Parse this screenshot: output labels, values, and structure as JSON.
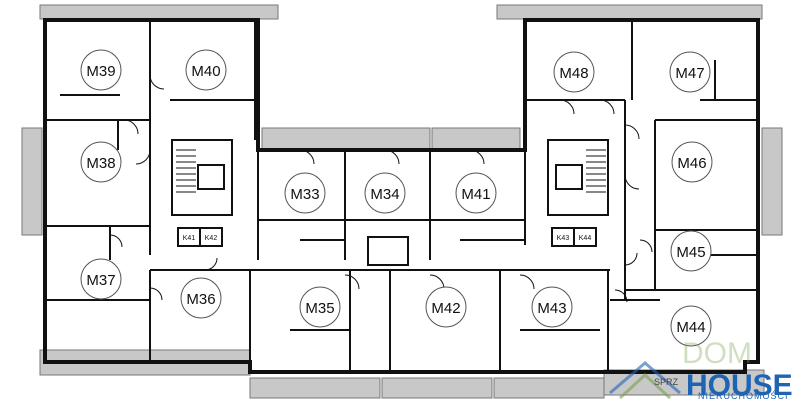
{
  "plan": {
    "units": [
      {
        "id": "M39",
        "label": "M39"
      },
      {
        "id": "M40",
        "label": "M40"
      },
      {
        "id": "M38",
        "label": "M38"
      },
      {
        "id": "M37",
        "label": "M37"
      },
      {
        "id": "M36",
        "label": "M36"
      },
      {
        "id": "M33",
        "label": "M33"
      },
      {
        "id": "M34",
        "label": "M34"
      },
      {
        "id": "M35",
        "label": "M35"
      },
      {
        "id": "M41",
        "label": "M41"
      },
      {
        "id": "M42",
        "label": "M42"
      },
      {
        "id": "M43",
        "label": "M43"
      },
      {
        "id": "M48",
        "label": "M48"
      },
      {
        "id": "M47",
        "label": "M47"
      },
      {
        "id": "M46",
        "label": "M46"
      },
      {
        "id": "M45",
        "label": "M45"
      },
      {
        "id": "M44",
        "label": "M44"
      }
    ],
    "storage": [
      "K41",
      "K42",
      "K43",
      "K44"
    ]
  },
  "watermark": {
    "brand_top": "DOM",
    "brand": "HOUSE",
    "subtitle": "NIERUCHOMOŚCI",
    "partial_text": "SPRZ"
  },
  "colors": {
    "wall": "#111111",
    "balcony": "#c8c8c8",
    "brand_blue": "#1e64b4",
    "brand_green": "#78a050"
  }
}
